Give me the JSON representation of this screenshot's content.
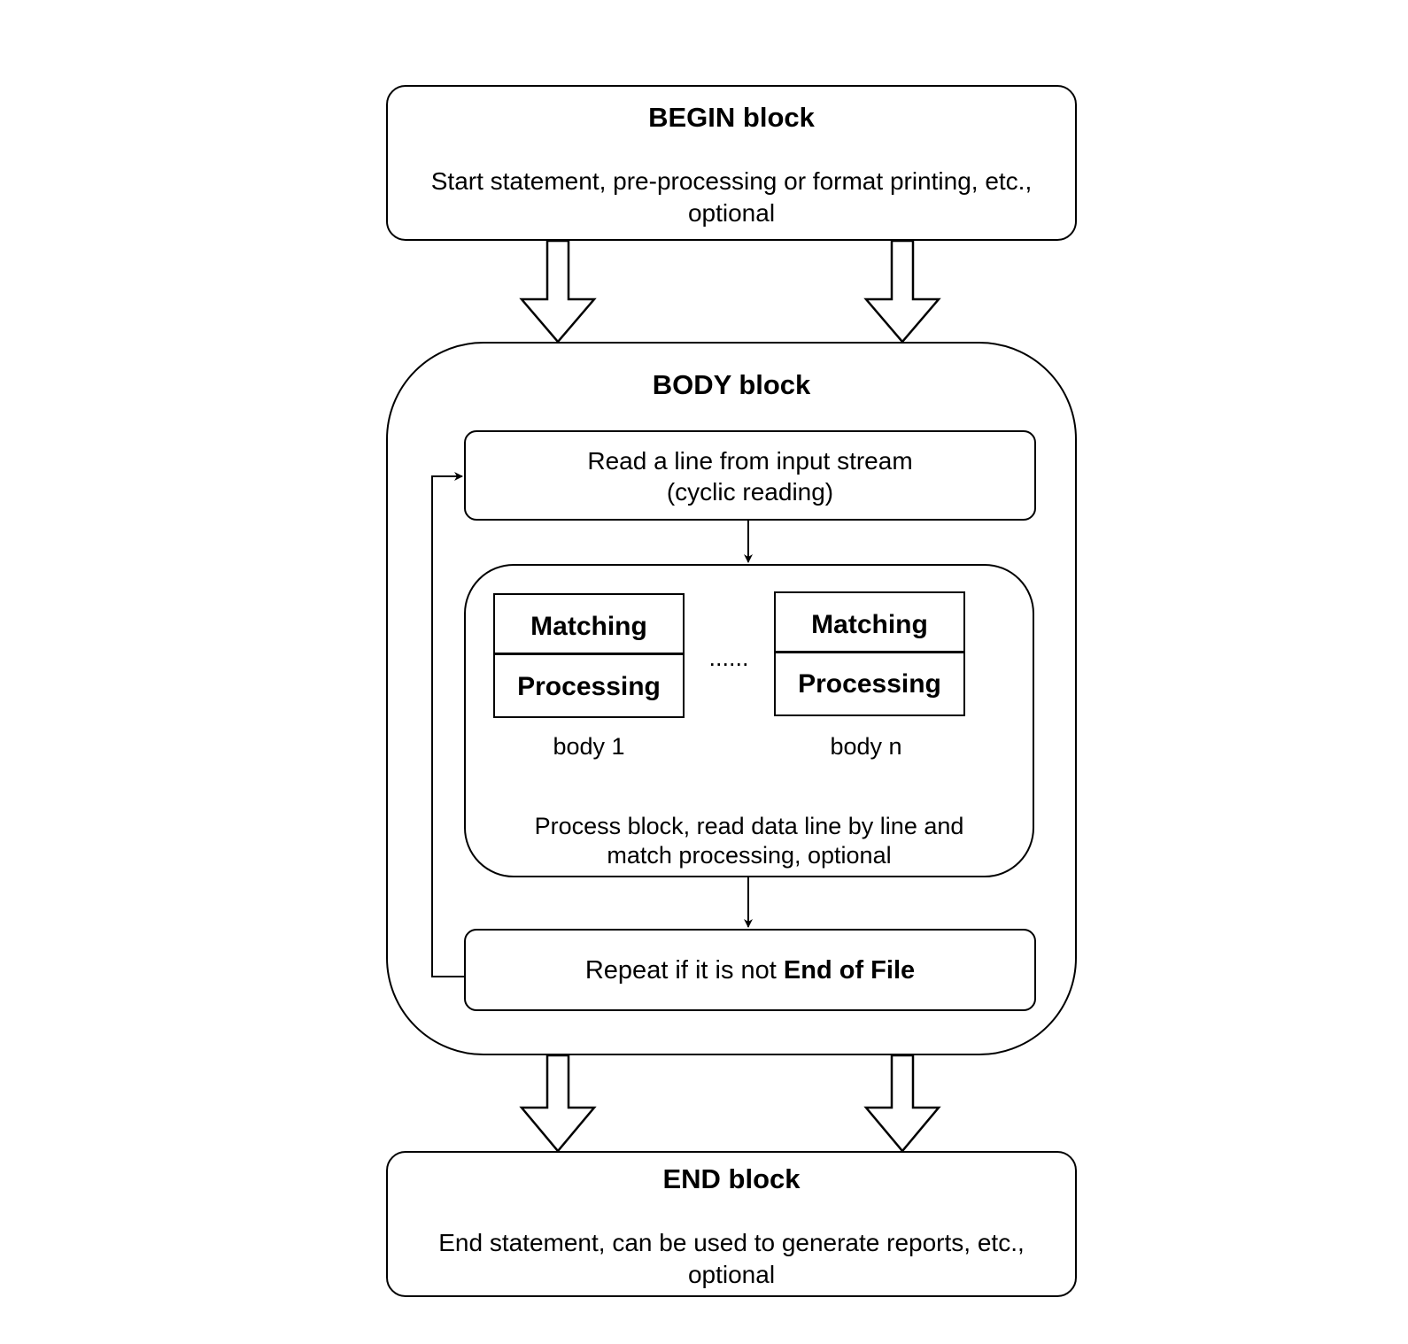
{
  "begin": {
    "title": "BEGIN block",
    "line1": "Start statement, pre-processing or format printing, etc.,",
    "line2": "optional"
  },
  "body": {
    "title": "BODY block",
    "read": {
      "line1": "Read a line from input stream",
      "line2": "(cyclic reading)"
    },
    "process": {
      "bodies": [
        {
          "matching": "Matching",
          "processing": "Processing",
          "caption": "body 1"
        },
        {
          "matching": "Matching",
          "processing": "Processing",
          "caption": "body n"
        }
      ],
      "ellipsis": "......",
      "line1": "Process block, read data line by line and",
      "line2": "match processing, optional"
    },
    "repeat": {
      "prefix": "Repeat if it is not ",
      "bold": "End of File"
    }
  },
  "end": {
    "title": "END block",
    "line1": "End statement, can be used to generate reports, etc.,",
    "line2": "optional"
  }
}
